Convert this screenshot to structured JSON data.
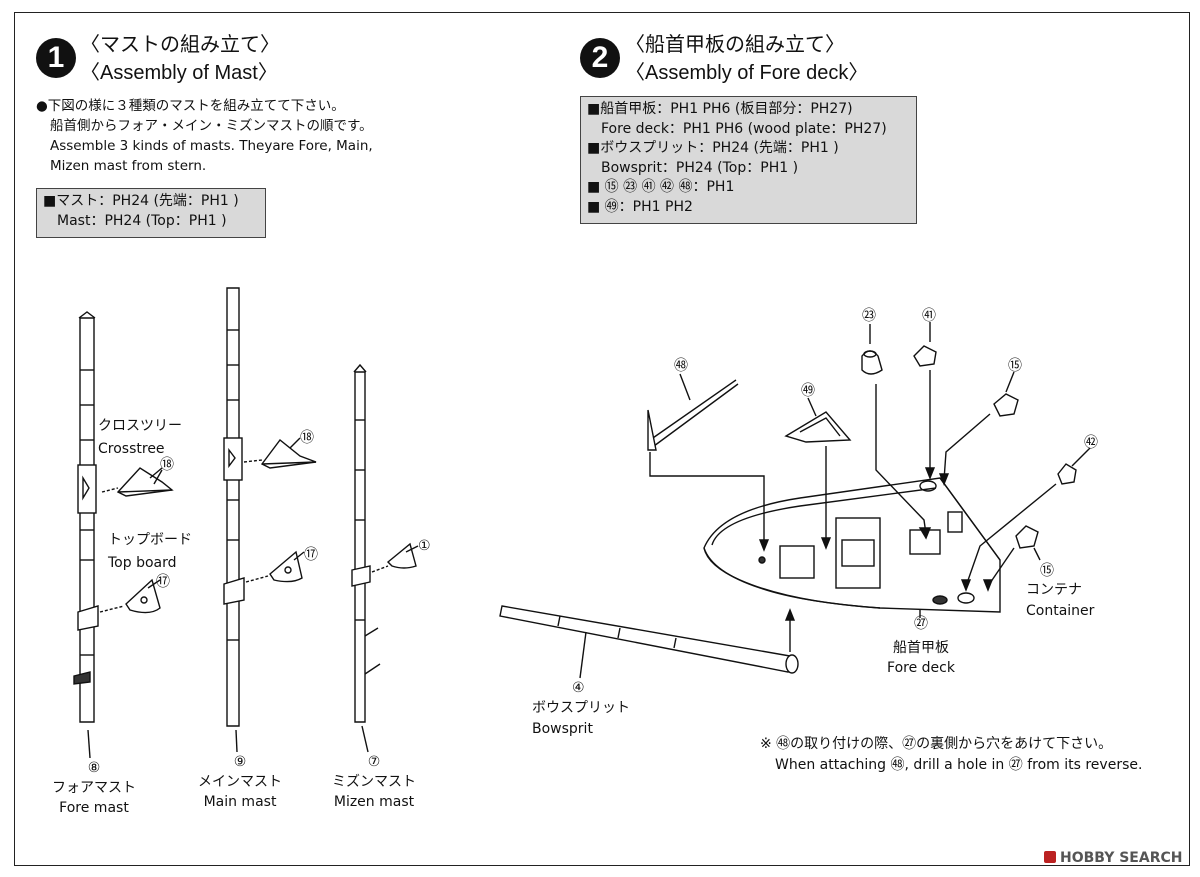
{
  "step1": {
    "number": "1",
    "title_jp": "〈マストの組み立て〉",
    "title_en": "〈Assembly of Mast〉",
    "note_lines": [
      "●下図の様に３種類のマストを組み立てて下さい。",
      "船首側からフォア・メイン・ミズンマストの順です。",
      "Assemble 3 kinds of masts. Theyare Fore, Main,",
      "Mizen mast from stern."
    ],
    "parts": [
      "■マスト：PH24 (先端：PH1 )",
      "Mast：PH24 (Top：PH1 )"
    ]
  },
  "step2": {
    "number": "2",
    "title_jp": "〈船首甲板の組み立て〉",
    "title_en": "〈Assembly of Fore deck〉",
    "parts": [
      "■船首甲板：PH1 PH6 (板目部分：PH27)",
      "Fore deck：PH1 PH6 (wood plate：PH27)",
      "■ボウスプリット：PH24 (先端：PH1 )",
      "Bowsprit：PH24 (Top：PH1 )",
      "■ ⑮ ㉓ ㊶ ㊷ ㊽：PH1",
      "■ ㊾：PH1 PH2"
    ],
    "note_jp": "※ ㊽の取り付けの際、㉗の裏側から穴をあけて下さい。",
    "note_en": "When attaching ㊽, drill a hole in ㉗ from its reverse."
  },
  "masts": [
    {
      "num": "⑧",
      "jp": "フォアマスト",
      "en": "Fore mast"
    },
    {
      "num": "⑨",
      "jp": "メインマスト",
      "en": "Main mast"
    },
    {
      "num": "⑦",
      "jp": "ミズンマスト",
      "en": "Mizen mast"
    }
  ],
  "callouts": {
    "crosstree_jp": "クロスツリー",
    "crosstree_en": "Crosstree",
    "topboard_jp": "トップボード",
    "topboard_en": "Top board",
    "p18a": "⑱",
    "p17a": "⑰",
    "p18b": "⑱",
    "p17b": "⑰",
    "p1": "①",
    "p48": "㊽",
    "p49": "㊾",
    "p23": "㉓",
    "p41": "㊶",
    "p15a": "⑮",
    "p42": "㊷",
    "p15b": "⑮",
    "container_jp": "コンテナ",
    "container_en": "Container",
    "p27": "㉗",
    "foredeck_jp": "船首甲板",
    "foredeck_en": "Fore deck",
    "p4": "④",
    "bowsprit_jp": "ボウスプリット",
    "bowsprit_en": "Bowsprit"
  },
  "watermark": "HOBBY SEARCH",
  "colors": {
    "box_fill": "#d9d9d9",
    "ink": "#111111"
  }
}
